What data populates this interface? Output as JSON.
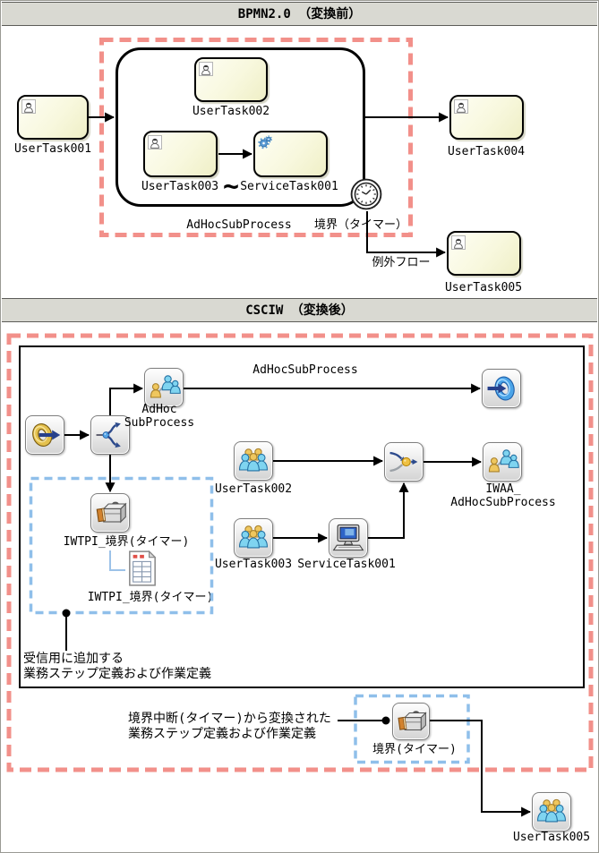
{
  "colors": {
    "red_dashed_border": "#F2908A",
    "blue_dashed_border": "#8FBFEA",
    "header_background": "#D9D9D2",
    "task_fill": "#F6F6D4",
    "connector": "#000000",
    "service_gear_blue": "#5A9BD4",
    "people_cyan": "#7FD4F0",
    "people_gold": "#EFC75E"
  },
  "icons": {
    "user": "person-bust-icon",
    "service": "gears-icon",
    "timer": "clock-double-circle-icon",
    "start": "gold-ring-arrow-icon",
    "split": "branch-arrows-icon",
    "join": "merge-arrows-ball-icon",
    "user_group": "people-group-icon",
    "adhoc_process": "org-people-icon",
    "end": "blue-ring-arrow-icon",
    "step": "briefcase-book-icon",
    "work_def": "document-table-icon",
    "computer": "desktop-computer-icon"
  },
  "before": {
    "title": "BPMN2.0 （変換前）",
    "nodes": {
      "usertask001": "UserTask001",
      "usertask002": "UserTask002",
      "usertask003": "UserTask003",
      "servicetask001": "ServiceTask001",
      "usertask004": "UserTask004",
      "usertask005": "UserTask005"
    },
    "adhoc_label": "AdHocSubProcess",
    "adhoc_marker": "~",
    "boundary_label": "境界（タイマー）",
    "exception_label": "例外フロー"
  },
  "after": {
    "title": "CSCIW （変換後）",
    "adhoc_node": {
      "line1": "AdHoc",
      "line2": "SubProcess"
    },
    "adhoc_flow_label": "AdHocSubProcess",
    "nodes": {
      "usertask002": "UserTask002",
      "usertask003": "UserTask003",
      "servicetask001": "ServiceTask001",
      "usertask005": "UserTask005"
    },
    "iwaa_node": {
      "line1": "IWAA_",
      "line2": "AdHocSubProcess"
    },
    "iwtpi_step_label": "IWTPI_境界(タイマー)",
    "iwtpi_work_label": "IWTPI_境界(タイマー)",
    "boundary_step_label": "境界(タイマー)",
    "note_added": {
      "line1": "受信用に追加する",
      "line2": "業務ステップ定義および作業定義"
    },
    "note_converted": {
      "line1": "境界中断(タイマー)から変換された",
      "line2": "業務ステップ定義および作業定義"
    }
  }
}
